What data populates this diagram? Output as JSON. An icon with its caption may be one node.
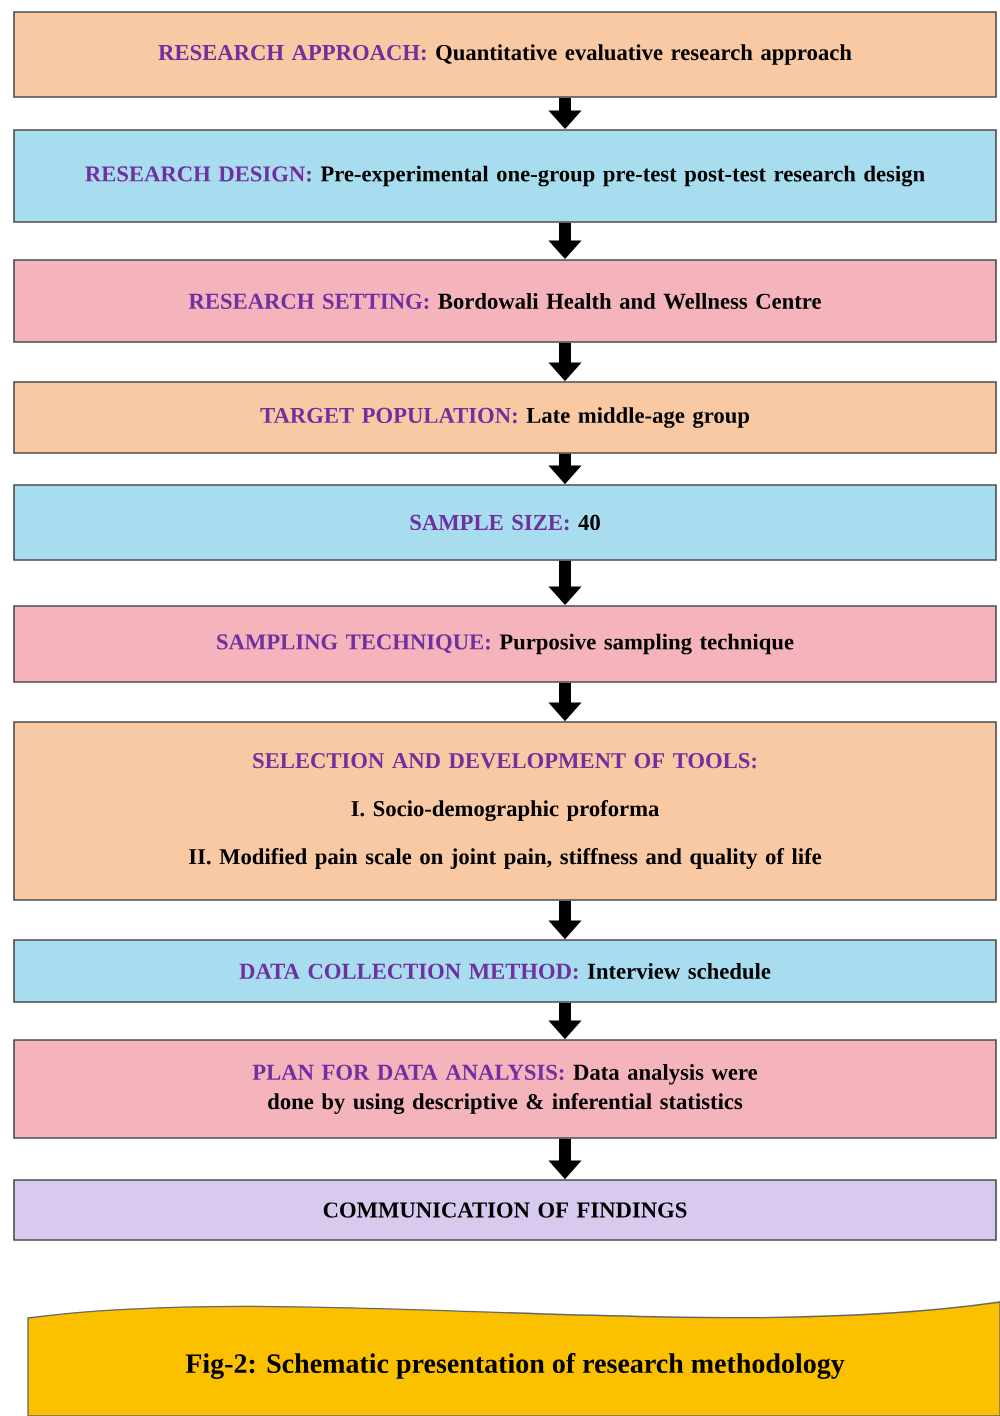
{
  "diagram": {
    "caption": "Fig-2: Schematic presentation of research methodology",
    "nodes": [
      {
        "text": [
          "RESEARCH APPROACH:",
          "Quantitative evaluative research approach"
        ]
      },
      {
        "text": [
          "RESEARCH DESIGN:",
          "Pre-experimental one-group pre-test post-test research design"
        ]
      },
      {
        "text": [
          "RESEARCH SETTING:",
          "Bordowali Health and Wellness Centre"
        ]
      },
      {
        "text": [
          "TARGET POPULATION:",
          "Late middle-age group"
        ]
      },
      {
        "text": [
          "SAMPLE SIZE:",
          "40"
        ]
      },
      {
        "text": [
          "SAMPLING TECHNIQUE:",
          "Purposive sampling technique"
        ]
      },
      {
        "text": [
          "SELECTION AND DEVELOPMENT OF TOOLS:",
          "I. Socio-demographic proforma",
          "II. Modified pain scale on joint pain, stiffness and quality of life"
        ]
      },
      {
        "text": [
          "DATA COLLECTION METHOD:",
          "Interview schedule"
        ]
      },
      {
        "text": [
          "PLAN FOR DATA ANALYSIS:",
          "Data analysis were done by using descriptive & inferential statistics"
        ]
      },
      {
        "text": [
          "COMMUNICATION OF FINDINGS"
        ]
      }
    ],
    "edges": [
      {
        "from": 0,
        "to": 1,
        "arrow": "to"
      },
      {
        "from": 1,
        "to": 2,
        "arrow": "to"
      },
      {
        "from": 2,
        "to": 3,
        "arrow": "to"
      },
      {
        "from": 3,
        "to": 4,
        "arrow": "to"
      },
      {
        "from": 4,
        "to": 5,
        "arrow": "to"
      },
      {
        "from": 5,
        "to": 6,
        "arrow": "to"
      },
      {
        "from": 6,
        "to": 7,
        "arrow": "to"
      },
      {
        "from": 7,
        "to": 8,
        "arrow": "to"
      },
      {
        "from": 8,
        "to": 9,
        "arrow": "to"
      }
    ]
  }
}
